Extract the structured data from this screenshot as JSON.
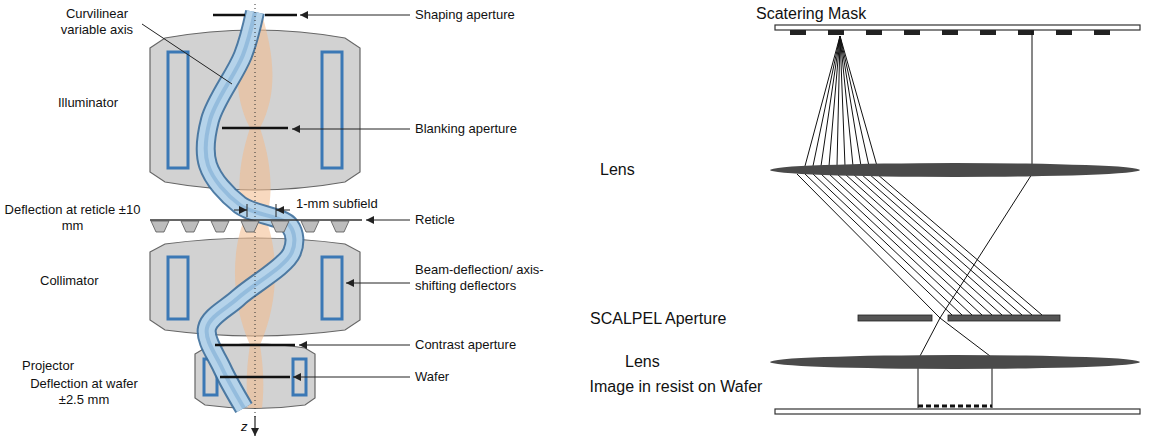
{
  "diagram": {
    "labels": [
      "Curvilinear variable axis",
      "Shaping aperture",
      "Illuminator",
      "Blanking aperture",
      "Deflection at reticle ±10 mm",
      "1-mm subfield",
      "Reticle",
      "Collimator",
      "Beam-deflection/ axis-shifting deflectors",
      "Contrast aperture",
      "Wafer",
      "Projector",
      "Deflection at wafer ±2.5 mm",
      "z",
      "Scatering Mask",
      "Lens",
      "SCALPEL Aperture",
      "Lens",
      "Image in resist on Wafer"
    ]
  }
}
